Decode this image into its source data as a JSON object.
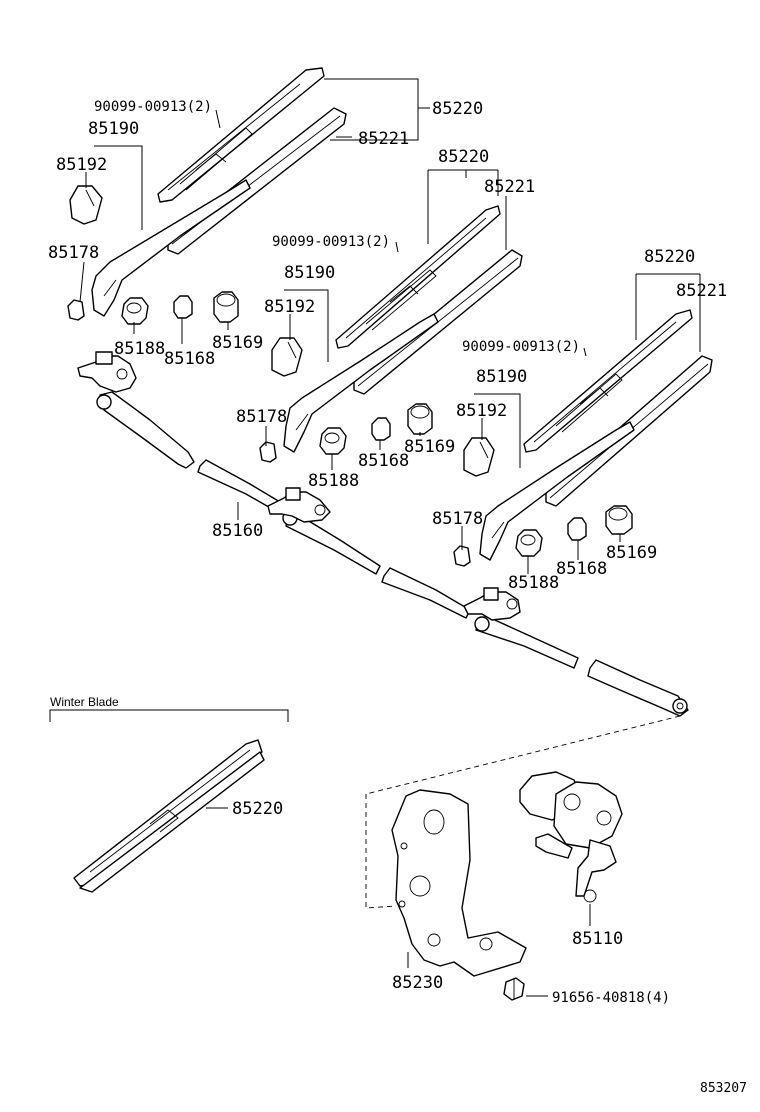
{
  "diagram": {
    "labels": {
      "l_85220_a": "85220",
      "l_90099_a": "90099-00913(2)",
      "l_85221_a": "85221",
      "l_85190_a": "85190",
      "l_85192_a": "85192",
      "l_85178_a": "85178",
      "l_85188_a": "85188",
      "l_85168_a": "85168",
      "l_85169_a": "85169",
      "l_85220_b": "85220",
      "l_85221_b": "85221",
      "l_90099_b": "90099-00913(2)",
      "l_85190_b": "85190",
      "l_85192_b": "85192",
      "l_85178_b": "85178",
      "l_85168_b": "85168",
      "l_85169_b": "85169",
      "l_85188_b": "85188",
      "l_85160": "85160",
      "l_85220_c": "85220",
      "l_85221_c": "85221",
      "l_90099_c": "90099-00913(2)",
      "l_85190_c": "85190",
      "l_85192_c": "85192",
      "l_85178_c": "85178",
      "l_85168_c": "85168",
      "l_85169_c": "85169",
      "l_85188_c": "85188",
      "l_winter": "Winter Blade",
      "l_85220_w": "85220",
      "l_85110": "85110",
      "l_85230": "85230",
      "l_91656": "91656-40818(4)",
      "l_diagram_id": "853207"
    }
  }
}
